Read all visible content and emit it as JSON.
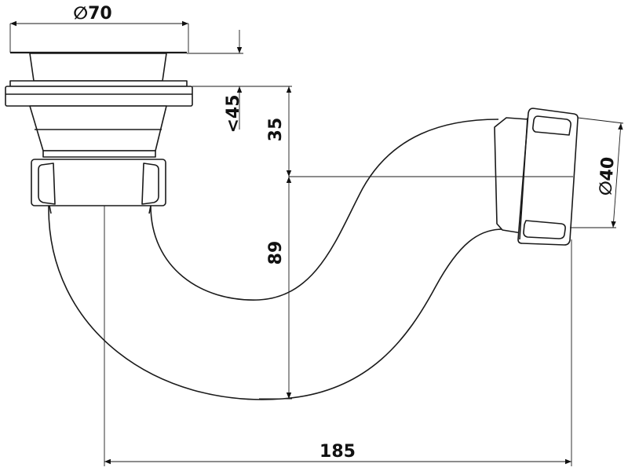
{
  "title": "Bottle trap with strainer waste - dimension drawing",
  "dimensions": {
    "strainer_diameter": "∅70",
    "max_thickness": "<45",
    "height_to_outlet": "35",
    "trap_depth": "89",
    "outlet_diameter": "∅40",
    "overall_width": "185"
  }
}
